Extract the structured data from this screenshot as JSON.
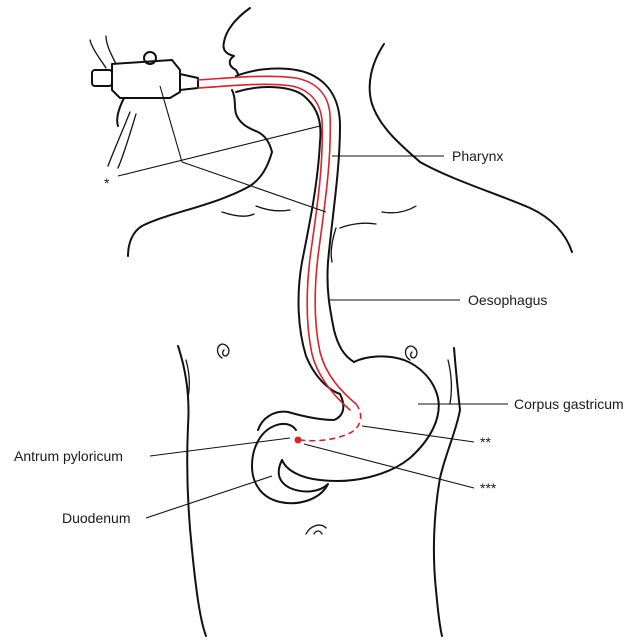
{
  "labels": {
    "pharynx": "Pharynx",
    "oesophagus": "Oesophagus",
    "corpus_gastricum": "Corpus gastricum",
    "antrum_pyloricum": "Antrum pyloricum",
    "duodenum": "Duodenum",
    "star_1": "*",
    "star_2": "**",
    "star_3": "***"
  },
  "colors": {
    "endoscope": "#d8232a",
    "outline": "#111111",
    "background": "#ffffff"
  }
}
